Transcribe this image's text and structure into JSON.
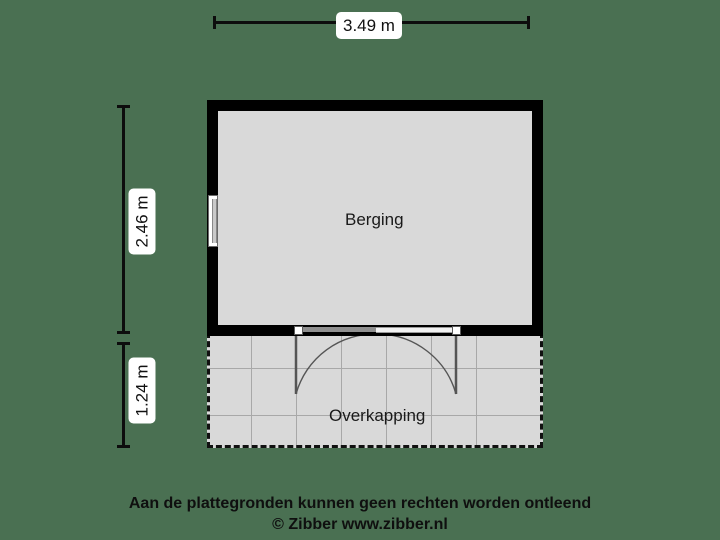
{
  "plan": {
    "background_color": "#4a7052",
    "floor_color": "#d9d9d9",
    "wall_color": "#000000",
    "dimensions": {
      "width_label": "3.49 m",
      "height_upper_label": "2.46 m",
      "height_lower_label": "1.24 m"
    },
    "rooms": [
      {
        "name": "berging",
        "label": "Berging"
      },
      {
        "name": "overkapping",
        "label": "Overkapping"
      }
    ],
    "features": {
      "window_name": "window",
      "door_name": "double-door"
    }
  },
  "caption": {
    "line1": "Aan de plattegronden kunnen geen rechten worden ontleend",
    "line2": "© Zibber www.zibber.nl"
  }
}
